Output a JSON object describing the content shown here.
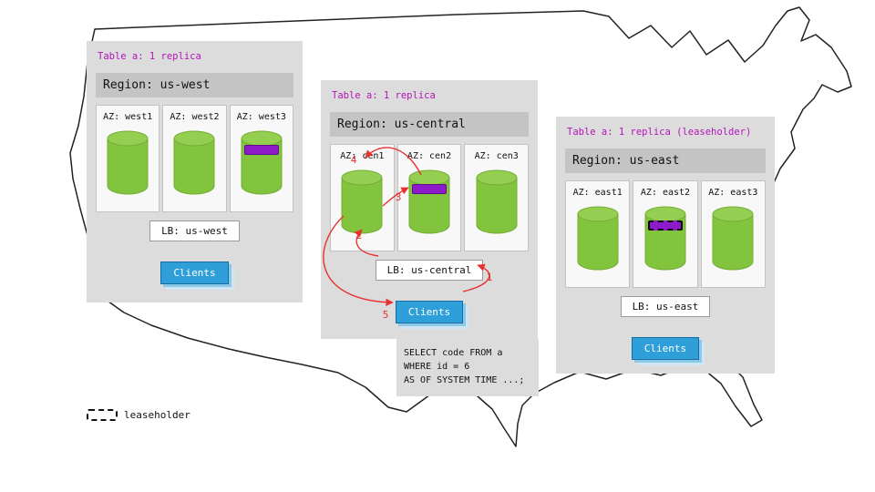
{
  "regions": [
    {
      "table_label": "Table a: 1 replica",
      "region_label": "Region: us-west",
      "azs": [
        {
          "label": "AZ: west1",
          "replica": false,
          "leaseholder": false
        },
        {
          "label": "AZ: west2",
          "replica": false,
          "leaseholder": false
        },
        {
          "label": "AZ: west3",
          "replica": true,
          "leaseholder": false
        }
      ],
      "lb_label": "LB: us-west",
      "clients_label": "Clients"
    },
    {
      "table_label": "Table a: 1 replica",
      "region_label": "Region: us-central",
      "azs": [
        {
          "label": "AZ: cen1",
          "replica": false,
          "leaseholder": false
        },
        {
          "label": "AZ: cen2",
          "replica": true,
          "leaseholder": false
        },
        {
          "label": "AZ: cen3",
          "replica": false,
          "leaseholder": false
        }
      ],
      "lb_label": "LB: us-central",
      "clients_label": "Clients"
    },
    {
      "table_label": "Table a: 1 replica (leaseholder)",
      "region_label": "Region: us-east",
      "azs": [
        {
          "label": "AZ: east1",
          "replica": false,
          "leaseholder": false
        },
        {
          "label": "AZ: east2",
          "replica": true,
          "leaseholder": true
        },
        {
          "label": "AZ: east3",
          "replica": false,
          "leaseholder": false
        }
      ],
      "lb_label": "LB: us-east",
      "clients_label": "Clients"
    }
  ],
  "sql_query": {
    "lines": [
      "SELECT code FROM a",
      "WHERE id = 6",
      "AS OF SYSTEM TIME ...;"
    ]
  },
  "legend": {
    "label": "leaseholder"
  },
  "arrows": [
    {
      "label": "1"
    },
    {
      "label": "2"
    },
    {
      "label": "3"
    },
    {
      "label": "4"
    },
    {
      "label": "5"
    }
  ],
  "colors": {
    "panel_gray": "#dcdcdc",
    "region_header_gray": "#c4c4c4",
    "table_label_purple": "#b414b9",
    "replica_band_purple": "#8e1bc9",
    "cylinder_green": "#83c43f",
    "clients_blue": "#2e9fd8",
    "arrow_red": "#e8312e"
  }
}
